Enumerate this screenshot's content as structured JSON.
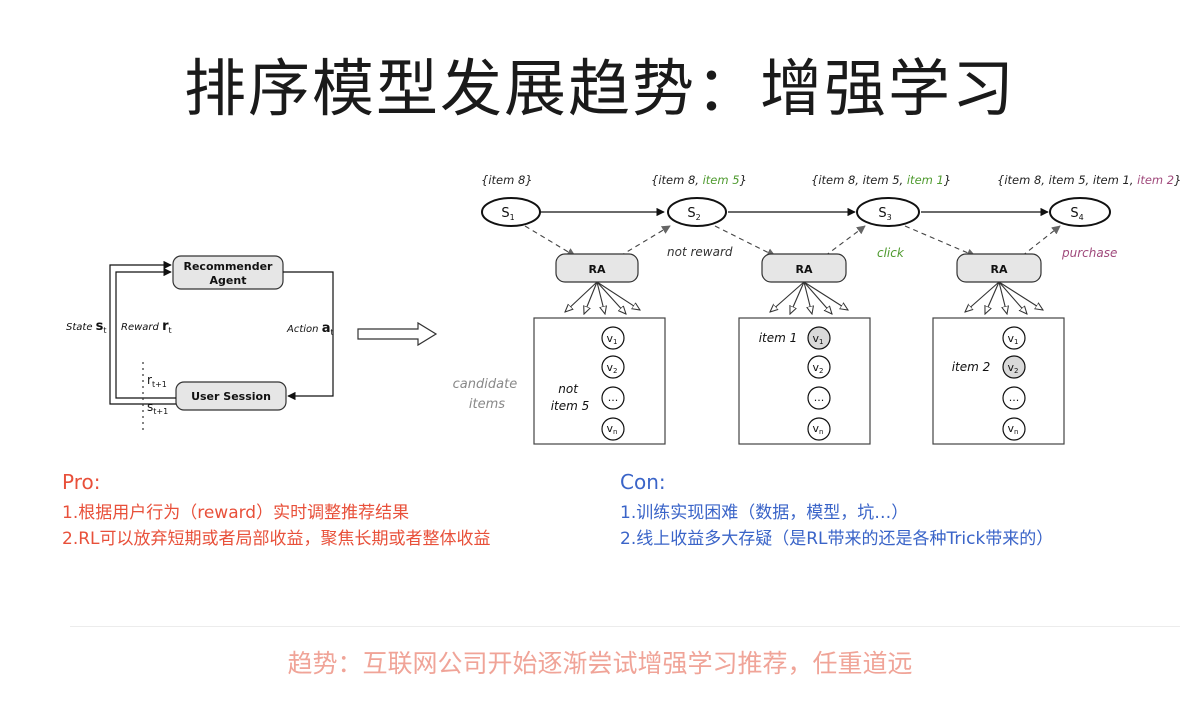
{
  "title": "排序模型发展趋势：增强学习",
  "rl_loop": {
    "agent": [
      "Recommender",
      "Agent"
    ],
    "user": "User Session",
    "state": {
      "label": "State",
      "sym": "s",
      "sub": "t"
    },
    "reward": {
      "label": "Reward",
      "sym": "r",
      "sub": "t"
    },
    "action": {
      "label": "Action",
      "sym": "a",
      "sub": "t"
    },
    "r_next": {
      "sym": "r",
      "sub": "t+1"
    },
    "s_next": {
      "sym": "s",
      "sub": "t+1"
    }
  },
  "states": [
    {
      "id": "S",
      "sub": "1",
      "set_plain": "{item 8}",
      "set_added": "",
      "added_color": ""
    },
    {
      "id": "S",
      "sub": "2",
      "set_plain": "{item 8, ",
      "set_added": "item 5",
      "added_color": "#4e9a2e"
    },
    {
      "id": "S",
      "sub": "3",
      "set_plain": "{item 8, item 5, ",
      "set_added": "item 1",
      "added_color": "#4e9a2e"
    },
    {
      "id": "S",
      "sub": "4",
      "set_plain": "{item 8, item 5, item 1, ",
      "set_added": "item 2",
      "added_color": "#a04a7c"
    }
  ],
  "feedback": [
    {
      "text": "not reward",
      "color": "#333333"
    },
    {
      "text": "click",
      "color": "#4e9a2e"
    },
    {
      "text": "purchase",
      "color": "#a04a7c"
    }
  ],
  "agent_label": "RA",
  "candidate": {
    "line1": "candidate",
    "line2": "items"
  },
  "candidate_nodes": [
    {
      "id": "v",
      "sub": "1"
    },
    {
      "id": "v",
      "sub": "2"
    },
    {
      "id": "...",
      "sub": ""
    },
    {
      "id": "v",
      "sub": "n"
    }
  ],
  "picks": [
    {
      "line1": "not",
      "line2": "item 5"
    },
    {
      "line1": "item 1",
      "line2": ""
    },
    {
      "line1": "item 2",
      "line2": ""
    }
  ],
  "pro": {
    "heading": "Pro:",
    "items": [
      "1.根据用户行为（reward）实时调整推荐结果",
      "2.RL可以放弃短期或者局部收益，聚焦长期或者整体收益"
    ]
  },
  "con": {
    "heading": "Con:",
    "items": [
      "1.训练实现困难（数据，模型，坑…）",
      "2.线上收益多大存疑（是RL带来的还是各种Trick带来的）"
    ]
  },
  "trend": "趋势：互联网公司开始逐渐尝试增强学习推荐，任重道远",
  "colors": {
    "pro": "#e8503a",
    "con": "#3a64c8",
    "trend": "#f0a498"
  }
}
